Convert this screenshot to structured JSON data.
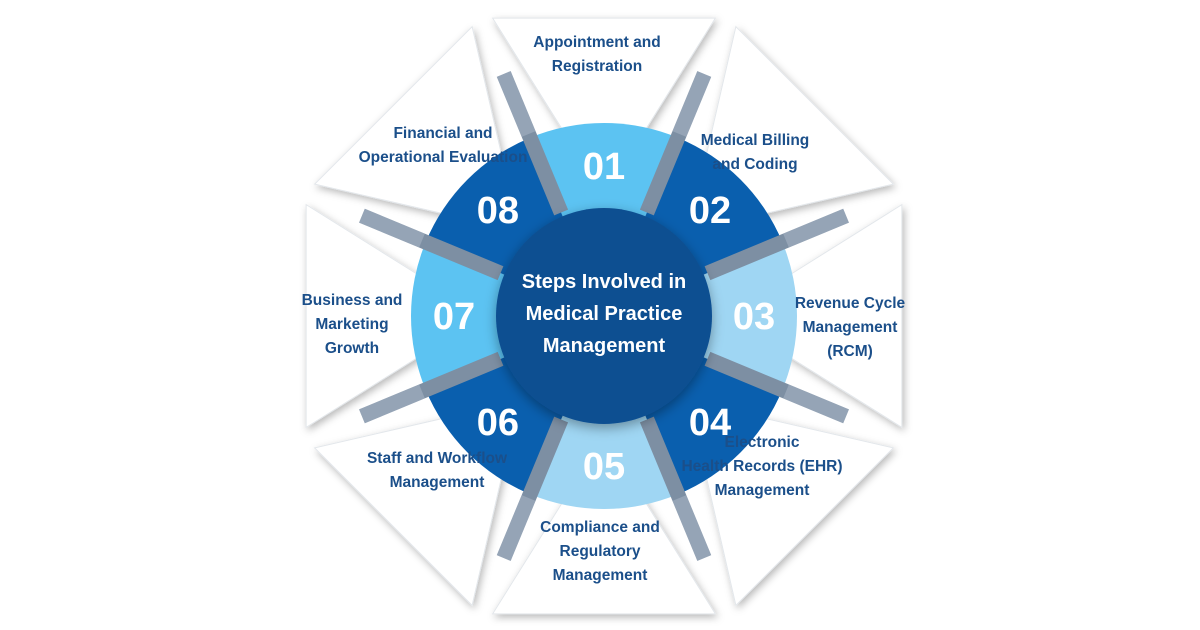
{
  "center": {
    "lines": [
      "Steps Involved in",
      "Medical Practice",
      "Management"
    ]
  },
  "colors": {
    "light": "#5cc3f2",
    "dark": "#0a5fae",
    "pale": "#9fd6f3",
    "bar": "#7d8fa3",
    "center": "#0e4f91",
    "text": "#1b4f8a"
  },
  "steps": [
    {
      "number": "01",
      "lines": [
        "Appointment and",
        "Registration"
      ],
      "tone": "light"
    },
    {
      "number": "02",
      "lines": [
        "Medical Billing",
        "and Coding"
      ],
      "tone": "dark"
    },
    {
      "number": "03",
      "lines": [
        "Revenue Cycle",
        "Management",
        "(RCM)"
      ],
      "tone": "pale"
    },
    {
      "number": "04",
      "lines": [
        "Electronic",
        "Health Records (EHR)",
        "Management"
      ],
      "tone": "dark"
    },
    {
      "number": "05",
      "lines": [
        "Compliance and",
        "Regulatory",
        "Management"
      ],
      "tone": "pale"
    },
    {
      "number": "06",
      "lines": [
        "Staff and Workflow",
        "Management"
      ],
      "tone": "dark"
    },
    {
      "number": "07",
      "lines": [
        "Business and",
        "Marketing",
        "Growth"
      ],
      "tone": "light"
    },
    {
      "number": "08",
      "lines": [
        "Financial and",
        "Operational Evaluation"
      ],
      "tone": "dark"
    }
  ]
}
